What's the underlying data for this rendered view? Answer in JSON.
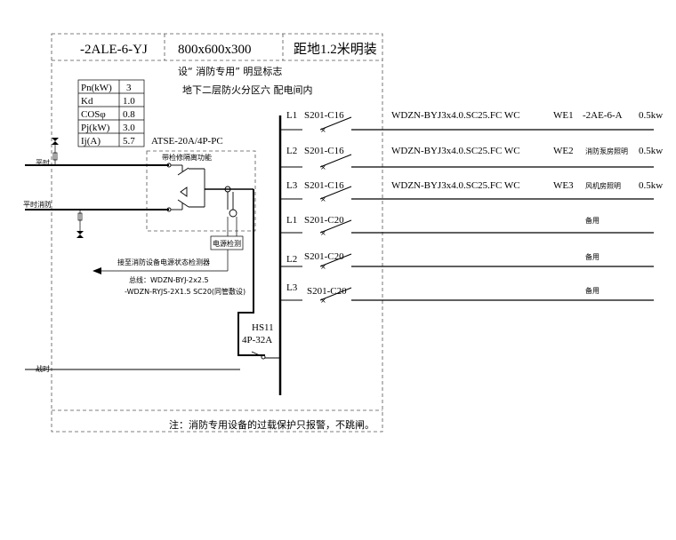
{
  "header": {
    "panel_id": "-2ALE-6-YJ",
    "size": "800x600x300",
    "mount": "距地1.2米明装"
  },
  "notes": {
    "sign": "设“ 消防专用” 明显标志",
    "location": "地下二层防火分区六   配电间内",
    "footer": "注：消防专用设备的过载保护只报警，不跳闸。"
  },
  "params": [
    {
      "label": "Pn(kW)",
      "value": "3"
    },
    {
      "label": "Kd",
      "value": "1.0"
    },
    {
      "label": "COSφ",
      "value": "0.8"
    },
    {
      "label": "Pj(kW)",
      "value": "3.0"
    },
    {
      "label": "Ij(A)",
      "value": "5.7"
    }
  ],
  "inputs": {
    "normal": "平时",
    "normal_fire": "平时消防",
    "wartime": "战时"
  },
  "atse": {
    "model": "ATSE-20A/4P-PC",
    "note": "带检修隔离功能",
    "power_monitor": "电源检测"
  },
  "monitor": {
    "arrow_text": "接至消防设备电源状态检测器",
    "bus_line": "总线：WDZN-BYJ-2x2.5",
    "bus_line2": "-WDZN-RYJS-2X1.5 SC20(同管敷设)"
  },
  "hs": {
    "label": "HS11",
    "rating": "4P-32A"
  },
  "circuits": [
    {
      "phase": "L1",
      "breaker": "S201-C16",
      "cable": "WDZN-BYJ3x4.0.SC25.FC  WC",
      "loop": "WE1",
      "load": "-2AE-6-A",
      "power": "0.5kw"
    },
    {
      "phase": "L2",
      "breaker": "S201-C16",
      "cable": "WDZN-BYJ3x4.0.SC25.FC  WC",
      "loop": "WE2",
      "load": "消防泵房照明",
      "power": "0.5kw"
    },
    {
      "phase": "L3",
      "breaker": "S201-C16",
      "cable": "WDZN-BYJ3x4.0.SC25.FC  WC",
      "loop": "WE3",
      "load": "风机房照明",
      "power": "0.5kw"
    },
    {
      "phase": "L1",
      "breaker": "S201-C20",
      "cable": "",
      "loop": "",
      "load": "备用",
      "power": ""
    },
    {
      "phase": "L2",
      "breaker": "S201-C20",
      "cable": "",
      "loop": "",
      "load": "备用",
      "power": ""
    },
    {
      "phase": "L3",
      "breaker": "S201-C20",
      "cable": "",
      "loop": "",
      "load": "备用",
      "power": ""
    }
  ]
}
